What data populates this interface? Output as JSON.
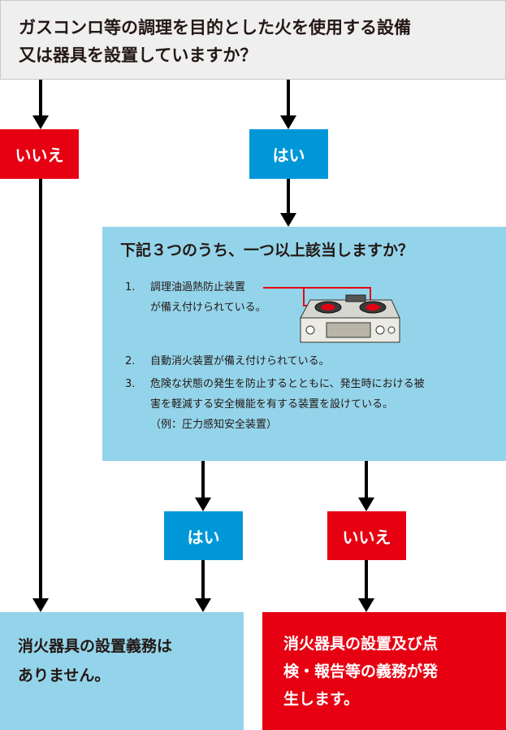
{
  "question": {
    "line1": "ガスコンロ等の調理を目的とした火を使用する設備",
    "line2": "又は器具を設置していますか？"
  },
  "answers": {
    "first_no": "いいえ",
    "first_yes": "はい",
    "second_yes": "はい",
    "second_no": "いいえ"
  },
  "conditions": {
    "title": "下記３つのうち、一つ以上該当しますか？",
    "items": [
      {
        "num": "1.",
        "lines": [
          "調理油過熱防止装置",
          "が備え付けられている。"
        ]
      },
      {
        "num": "2.",
        "lines": [
          "自動消火装置が備え付けられている。"
        ]
      },
      {
        "num": "3.",
        "lines": [
          "危険な状態の発生を防止するとともに、発生時における被",
          "害を軽減する安全機能を有する装置を設けている。",
          "（例：圧力感知安全装置）"
        ]
      }
    ],
    "illustration_icon": "gas-stove-icon"
  },
  "results": {
    "no_duty": {
      "lines": [
        "消火器具の設置義務は",
        "ありません。"
      ]
    },
    "duty": {
      "lines": [
        "消火器具の設置及び点",
        "検・報告等の義務が発",
        "生します。"
      ]
    }
  },
  "colors": {
    "no": "#e60012",
    "yes": "#0097d8",
    "light_blue": "#94d4ea",
    "question_bg": "#efefef",
    "arrow": "#000000"
  }
}
